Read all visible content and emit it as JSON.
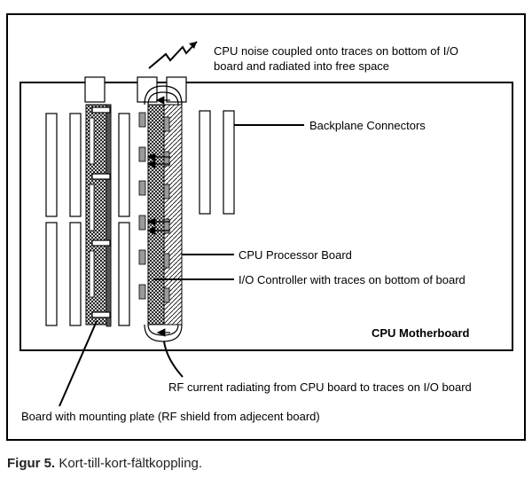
{
  "annotations": {
    "cpu_noise_line1": "CPU noise coupled onto traces on bottom of I/O",
    "cpu_noise_line2": "board and radiated into free space",
    "backplane_connectors": "Backplane Connectors",
    "cpu_processor_board": "CPU Processor Board",
    "io_controller": "I/O Controller with traces on bottom of board",
    "cpu_motherboard": "CPU Motherboard",
    "rf_current": "RF current radiating from CPU board to traces on I/O board",
    "board_mounting_plate": "Board with mounting plate (RF shield from adjecent board)"
  },
  "caption": {
    "figure_label": "Figur 5.",
    "text": " Kort-till-kort-fältkoppling."
  }
}
